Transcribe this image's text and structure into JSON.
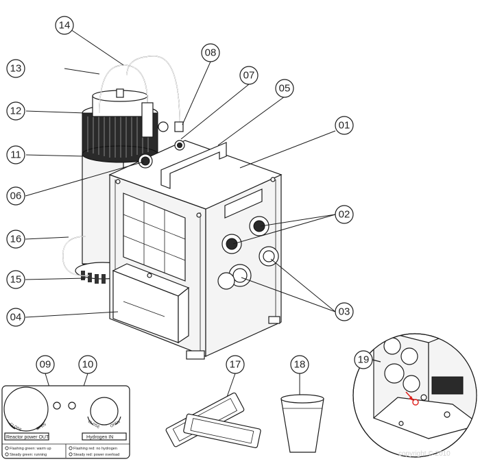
{
  "callouts": {
    "c01": "01",
    "c02": "02",
    "c03": "03",
    "c04": "04",
    "c05": "05",
    "c06": "06",
    "c07": "07",
    "c08": "08",
    "c09": "09",
    "c10": "10",
    "c11": "11",
    "c12": "12",
    "c13": "13",
    "c14": "14",
    "c15": "15",
    "c16": "16",
    "c17": "17",
    "c18": "18",
    "c19": "19"
  },
  "panel": {
    "reactor_label": "Reactor power OUT",
    "hydrogen_label": "Hydrogen IN",
    "close_left": "CLOSE",
    "open_left": "OPEN",
    "close_right": "CLOSE",
    "open_right": "OPEN",
    "led_left_line1": "Flashing green: warm up",
    "led_left_line2": "Steady green: running",
    "led_right_line1": "Flashing red: no hydrogen",
    "led_right_line2": "Steady red: power overload"
  },
  "watermark": "copyright © 2010",
  "colors": {
    "ink": "#1a1a1a",
    "marker": "#e0201c",
    "device_fill": "#f4f4f4"
  }
}
